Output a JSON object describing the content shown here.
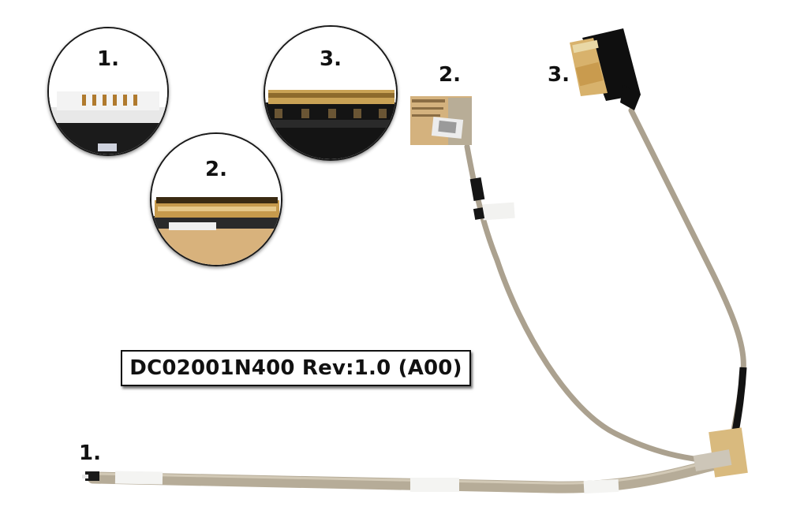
{
  "part_number_label": "DC02001N400 Rev:1.0 (A00)",
  "insets": [
    {
      "label": "1.",
      "subject": "connector-1-closeup"
    },
    {
      "label": "2.",
      "subject": "connector-2-closeup"
    },
    {
      "label": "3.",
      "subject": "connector-3-closeup"
    }
  ],
  "callouts": {
    "end_1": "1.",
    "end_2": "2.",
    "end_3": "3."
  },
  "colors": {
    "cable": "#b7ad9a",
    "connector_black": "#111111",
    "gold_pins": "#c8a24a",
    "tan_tape": "#d9b98a",
    "label_teal": "#4db3a6"
  }
}
